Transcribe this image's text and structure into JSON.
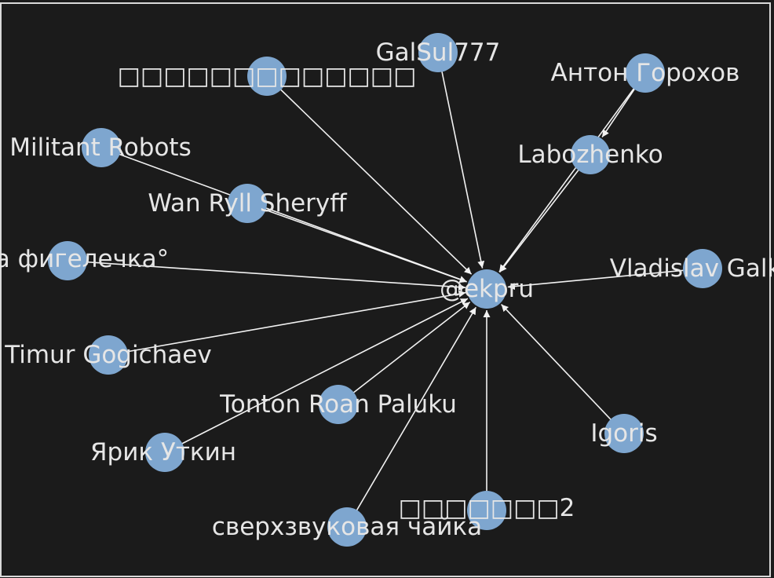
{
  "graph": {
    "center_id": "ekpru",
    "nodes": [
      {
        "id": "ekpru",
        "label": "@ekpru"
      },
      {
        "id": "n1",
        "label": "□□□□□□□□□□□□□"
      },
      {
        "id": "n2",
        "label": "GalSul777"
      },
      {
        "id": "n3",
        "label": "Антон Горохов"
      },
      {
        "id": "n4",
        "label": "Militant Robots"
      },
      {
        "id": "n5",
        "label": "Labozhenko"
      },
      {
        "id": "n6",
        "label": "Wan Ryll Sheryff"
      },
      {
        "id": "n7",
        "label": "ика фигелечка°"
      },
      {
        "id": "n8",
        "label": "Vladislav Galko"
      },
      {
        "id": "n9",
        "label": "Timur Gogichaev"
      },
      {
        "id": "n10",
        "label": "Tonton Roan Paluku"
      },
      {
        "id": "n11",
        "label": "Igoris"
      },
      {
        "id": "n12",
        "label": "Ярик Уткин"
      },
      {
        "id": "n13",
        "label": "□□□□□□□2"
      },
      {
        "id": "n14",
        "label": "сверхзвуковая чайка"
      }
    ],
    "edges": [
      {
        "from": "n1",
        "to": "ekpru"
      },
      {
        "from": "n2",
        "to": "ekpru"
      },
      {
        "from": "n3",
        "to": "n5"
      },
      {
        "from": "n5",
        "to": "ekpru"
      },
      {
        "from": "n3",
        "to": "ekpru"
      },
      {
        "from": "n4",
        "to": "ekpru"
      },
      {
        "from": "n6",
        "to": "ekpru"
      },
      {
        "from": "n7",
        "to": "ekpru"
      },
      {
        "from": "n8",
        "to": "ekpru"
      },
      {
        "from": "n9",
        "to": "ekpru"
      },
      {
        "from": "n10",
        "to": "ekpru"
      },
      {
        "from": "n11",
        "to": "ekpru"
      },
      {
        "from": "n12",
        "to": "ekpru"
      },
      {
        "from": "n13",
        "to": "ekpru"
      },
      {
        "from": "n14",
        "to": "ekpru"
      }
    ]
  },
  "colors": {
    "background": "#1b1b1b",
    "node_fill": "#7ea6cf",
    "edge": "#f2f2f2",
    "label": "#e6e6e6",
    "border": "#d9d9d9"
  }
}
